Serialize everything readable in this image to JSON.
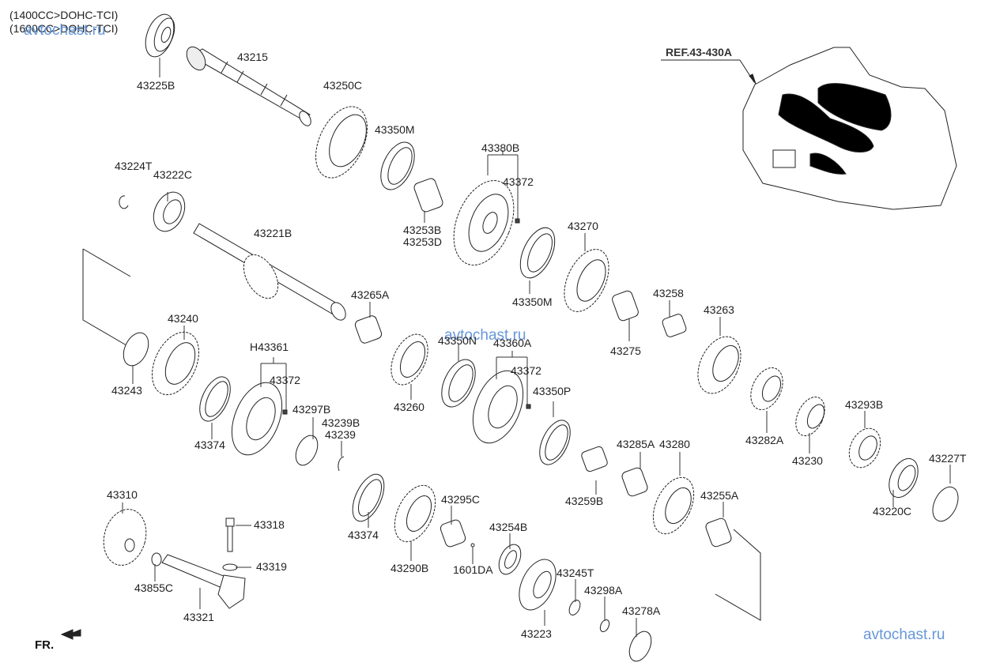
{
  "diagram": {
    "notes": [
      "(1400CC>DOHC-TCI)",
      "(1600CC>DOHC-TCI)"
    ],
    "reference": "REF.43-430A",
    "front_indicator": "FR.",
    "watermark": "avtochast.ru",
    "parts": [
      {
        "id": "43225B"
      },
      {
        "id": "43215"
      },
      {
        "id": "43250C"
      },
      {
        "id": "43350M"
      },
      {
        "id": "43380B"
      },
      {
        "id": "43372"
      },
      {
        "id": "43253B"
      },
      {
        "id": "43253D"
      },
      {
        "id": "43224T"
      },
      {
        "id": "43222C"
      },
      {
        "id": "43221B"
      },
      {
        "id": "43270"
      },
      {
        "id": "43350M"
      },
      {
        "id": "43265A"
      },
      {
        "id": "43258"
      },
      {
        "id": "43275"
      },
      {
        "id": "43263"
      },
      {
        "id": "43240"
      },
      {
        "id": "43243"
      },
      {
        "id": "H43361"
      },
      {
        "id": "43372"
      },
      {
        "id": "43374"
      },
      {
        "id": "43297B"
      },
      {
        "id": "43239B"
      },
      {
        "id": "43239"
      },
      {
        "id": "43260"
      },
      {
        "id": "43350N"
      },
      {
        "id": "43360A"
      },
      {
        "id": "43372"
      },
      {
        "id": "43350P"
      },
      {
        "id": "43282A"
      },
      {
        "id": "43230"
      },
      {
        "id": "43293B"
      },
      {
        "id": "43285A"
      },
      {
        "id": "43280"
      },
      {
        "id": "43259B"
      },
      {
        "id": "43220C"
      },
      {
        "id": "43227T"
      },
      {
        "id": "43255A"
      },
      {
        "id": "43310"
      },
      {
        "id": "43318"
      },
      {
        "id": "43319"
      },
      {
        "id": "43855C"
      },
      {
        "id": "43321"
      },
      {
        "id": "43374"
      },
      {
        "id": "43290B"
      },
      {
        "id": "43295C"
      },
      {
        "id": "1601DA"
      },
      {
        "id": "43254B"
      },
      {
        "id": "43223"
      },
      {
        "id": "43245T"
      },
      {
        "id": "43298A"
      },
      {
        "id": "43278A"
      }
    ]
  }
}
